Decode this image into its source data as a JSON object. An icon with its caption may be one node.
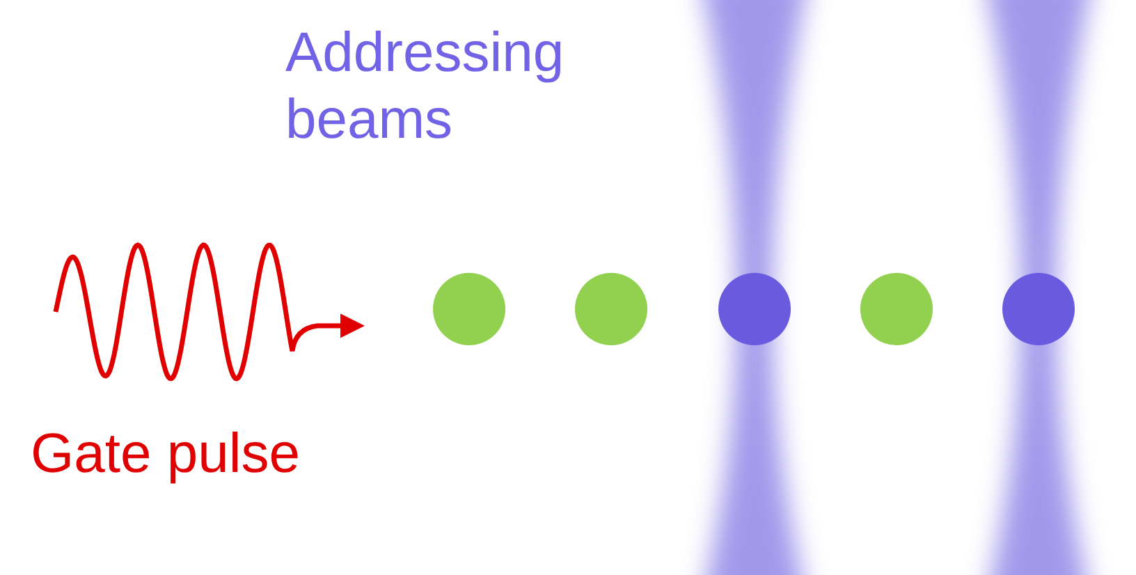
{
  "diagram": {
    "nodes": [
      {
        "text": [],
        "shape": "circle"
      },
      {
        "text": [],
        "shape": "circle"
      },
      {
        "text": [],
        "shape": "circle"
      },
      {
        "text": [],
        "shape": "circle"
      },
      {
        "text": [],
        "shape": "circle"
      }
    ],
    "labels": [
      "Addressing beams",
      "Gate pulse"
    ]
  }
}
